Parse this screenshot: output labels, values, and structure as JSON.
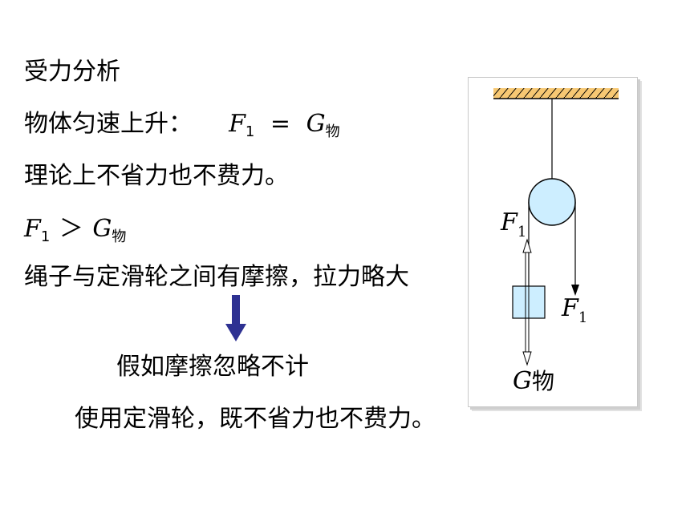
{
  "text": {
    "heading": "受力分析",
    "line2_prefix": "物体匀速上升：",
    "F": "F",
    "sub1": "1",
    "equals": "=",
    "G": "G",
    "wu": "物",
    "line3": "理论上不省力也不费力。",
    "greater": "＞",
    "line5": "绳子与定滑轮之间有摩擦，拉力略大",
    "line6": "假如摩擦忽略不计",
    "line7": "使用定滑轮，既不省力也不费力。"
  },
  "colors": {
    "arrow_down": "#2e3192",
    "pulley_fill": "#cdeeff",
    "block_fill": "#cdeeff",
    "ceiling_fill": "#f7c873",
    "stroke": "#000000"
  }
}
